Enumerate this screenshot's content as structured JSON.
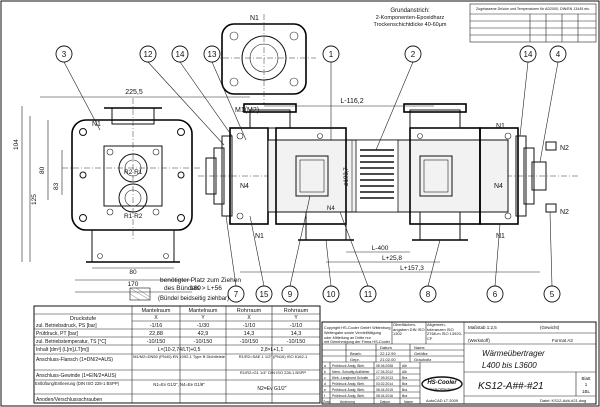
{
  "notes": {
    "primer_title": "Grundanstrich:",
    "primer_line1": "2-Komponenten-Epoxidharz",
    "primer_line2": "Trockenschichtdicke 40-60µm",
    "tolerances_title": "Zugelassene Drücke und Temperaturen für AD2000, DIN/EN 13445 etc."
  },
  "labels": {
    "n1_top": "N1",
    "m1m2": "M1(M2)",
    "n1_left": "N1",
    "n4_left": "N4",
    "r2r1": "R2 R1",
    "r1r2": "R1 R2",
    "n2_top": "N2",
    "n2_bottom": "N2",
    "n4_right": "N4",
    "n1_bottom": "N1",
    "n1_right_top": "N1",
    "n1_right_bottom": "N1",
    "n4_mid": "N4"
  },
  "dims": {
    "d2255": "225,5",
    "d104": "104",
    "d80": "80",
    "d125": "125",
    "d83": "83",
    "d80b": "80",
    "d180": "180",
    "d170": "170",
    "l1162": "L-116,2",
    "l400": "L-400",
    "l258": "L+25,8",
    "l1573": "L+157,3",
    "d1937": "ø193,7"
  },
  "balloons": [
    "3",
    "12",
    "14",
    "13",
    "1",
    "2",
    "14",
    "4",
    "7",
    "15",
    "9",
    "10",
    "11",
    "8",
    "6",
    "5"
  ],
  "note_space": {
    "line1": "benötigter Platz zum Ziehen",
    "line2": "des Bündels > L+56",
    "line3": "(Bündel beidseitig ziehbar)"
  },
  "data_table": {
    "headers": [
      "Druckstufe",
      "Mantelraum",
      "Mantelraum",
      "Rohrraum",
      "Rohrraum"
    ],
    "subheaders": [
      "",
      "X",
      "Y",
      "X",
      "Y"
    ],
    "rows": [
      [
        "zul. Betriebsdruck, PS [bar]",
        "-1/16",
        "-1/30",
        "-1/10",
        "-1/10"
      ],
      [
        "Prüfdruck, PT [bar]",
        "22,88",
        "42,9",
        "14,3",
        "14,3"
      ],
      [
        "zul. Betriebstemperatur, TS [°C]",
        "-10/150",
        "-10/150",
        "-10/150",
        "-10/150"
      ],
      [
        "Inhalt [dm³] (L[m],LT[m])",
        "L×(10-2,74/LT)+0,5",
        "",
        "2,8×L+1,1",
        ""
      ],
      [
        "Anschluss-Flansch (1=DN/2=AUS)",
        "M1/M2=DN50 (PN40) EN 1092-1 Type B Dichtleiste",
        "",
        "R1/R2=SAE 1 1/2\" (PN16) ISO 6162-1",
        ""
      ],
      [
        "Anschluss-Gewinde (1=EIN/2=AUS)",
        "",
        "",
        "R1/R2=G1 1/4\" DIN ISO 228-1 BSPP",
        ""
      ],
      [
        "Entlüftung/Entleerung (DIN ISO 228-1 BSPP)",
        "N1=Ev G1/2\", N4=Ee G1/8\"",
        "",
        "N2=Ev G1/2\"",
        ""
      ],
      [
        "Anoden/Verschlussschrauben",
        "",
        "",
        "",
        ""
      ]
    ]
  },
  "title_block": {
    "copyright": "Copyright HS-Cooler GmbH Wittenburg",
    "copyright_line2": "Weitergabe sowie Vervielfältigung",
    "copyright_line3": "oder Mitteilung an Dritte nur",
    "copyright_line4": "mit Genehmigung der Firma HS-Cooler",
    "surface": "Oberflächen-angaben DIN ISO 1302",
    "tolerance": "Allgemein-toleranzen ISO 2768-m ISO 13920-CF",
    "scale_label": "Maßstab 1:2,5",
    "weight_label": "(Gewicht)",
    "material_label": "(Werkstoff)",
    "format_label": "Format A3",
    "drawn": "Bearb.",
    "checked": "Gepr.",
    "norm": "Norm",
    "date1": "22.12.99",
    "date2": "21.02.00",
    "name_col": "Name",
    "date_col": "Datum",
    "name1": "Gelöfke",
    "name2": "Grauholtz",
    "title1": "Wärmeübertrager",
    "title2": "L400 bis L3600",
    "part_no": "KS12-A##-#21",
    "company": "HS-Cooler",
    "company_sub": "GmbH Wittenburg",
    "sheet_label": "Blatt",
    "sheet_no": "1",
    "sheets": "1BL",
    "cad": "AutoCAD LT 2009",
    "file": "Datei: KS12-A##-#21.dwg",
    "rev_hdr": [
      "Zust.",
      "Änderung",
      "Datum",
      "Name"
    ],
    "rev_rows": [
      [
        "a",
        "Prüfdruck Ändg. Bleh.",
        "08.06.2008",
        "Alb"
      ],
      [
        "b",
        "Nenn- Schuttlg Aufkleber",
        "17.04.2012",
        "Alb"
      ],
      [
        "c",
        "Kleb.-Langhorst Schulte",
        "17.09.2013",
        "Bra"
      ],
      [
        "d",
        "Prüfdruck Ändg. Bleh.",
        "03.02.2014",
        "Bra"
      ],
      [
        "e",
        "Prüfdruck Ändg. Bleh.",
        "08.04.2015",
        "Bra"
      ],
      [
        "f",
        "Prüfdruck Ändg. Bleh.",
        "08.04.2016",
        "Bra"
      ]
    ]
  }
}
